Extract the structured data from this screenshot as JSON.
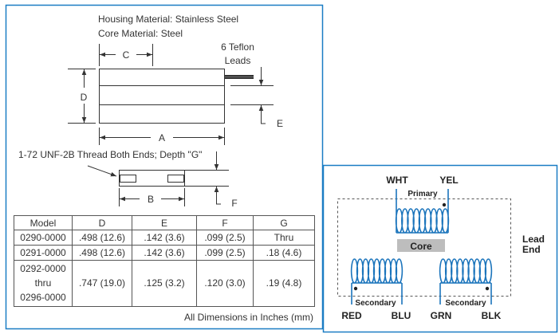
{
  "drawing": {
    "housing_material": "Housing Material: Stainless Steel",
    "core_material": "Core Material: Steel",
    "leads_line1": "6 Teflon",
    "leads_line2": "Leads",
    "thread_note": "1-72 UNF-2B Thread Both Ends; Depth \"G\"",
    "dim_labels": {
      "a": "A",
      "b": "B",
      "c": "C",
      "d": "D",
      "e": "E",
      "f": "F"
    }
  },
  "table": {
    "headers": [
      "Model",
      "D",
      "E",
      "F",
      "G"
    ],
    "rows": [
      {
        "model": [
          "0290-0000"
        ],
        "d": ".498 (12.6)",
        "e": ".142 (3.6)",
        "f": ".099 (2.5)",
        "g": "Thru"
      },
      {
        "model": [
          "0291-0000"
        ],
        "d": ".498 (12.6)",
        "e": ".142 (3.6)",
        "f": ".099 (2.5)",
        "g": ".18 (4.6)"
      },
      {
        "model": [
          "0292-0000",
          "thru",
          "0296-0000"
        ],
        "d": ".747 (19.0)",
        "e": ".125 (3.2)",
        "f": ".120 (3.0)",
        "g": ".19 (4.8)"
      }
    ],
    "footnote": "All Dimensions in Inches (mm)"
  },
  "schematic": {
    "primary_label": "Primary",
    "core_label": "Core",
    "secondary_label": "Secondary",
    "lead_end_line1": "Lead",
    "lead_end_line2": "End",
    "wires": {
      "wht": "WHT",
      "yel": "YEL",
      "red": "RED",
      "blu": "BLU",
      "grn": "GRN",
      "blk": "BLK"
    },
    "colors": {
      "border": "#1a7dc4",
      "coil": "#1c75bc",
      "core": "#bdbdbd"
    }
  }
}
